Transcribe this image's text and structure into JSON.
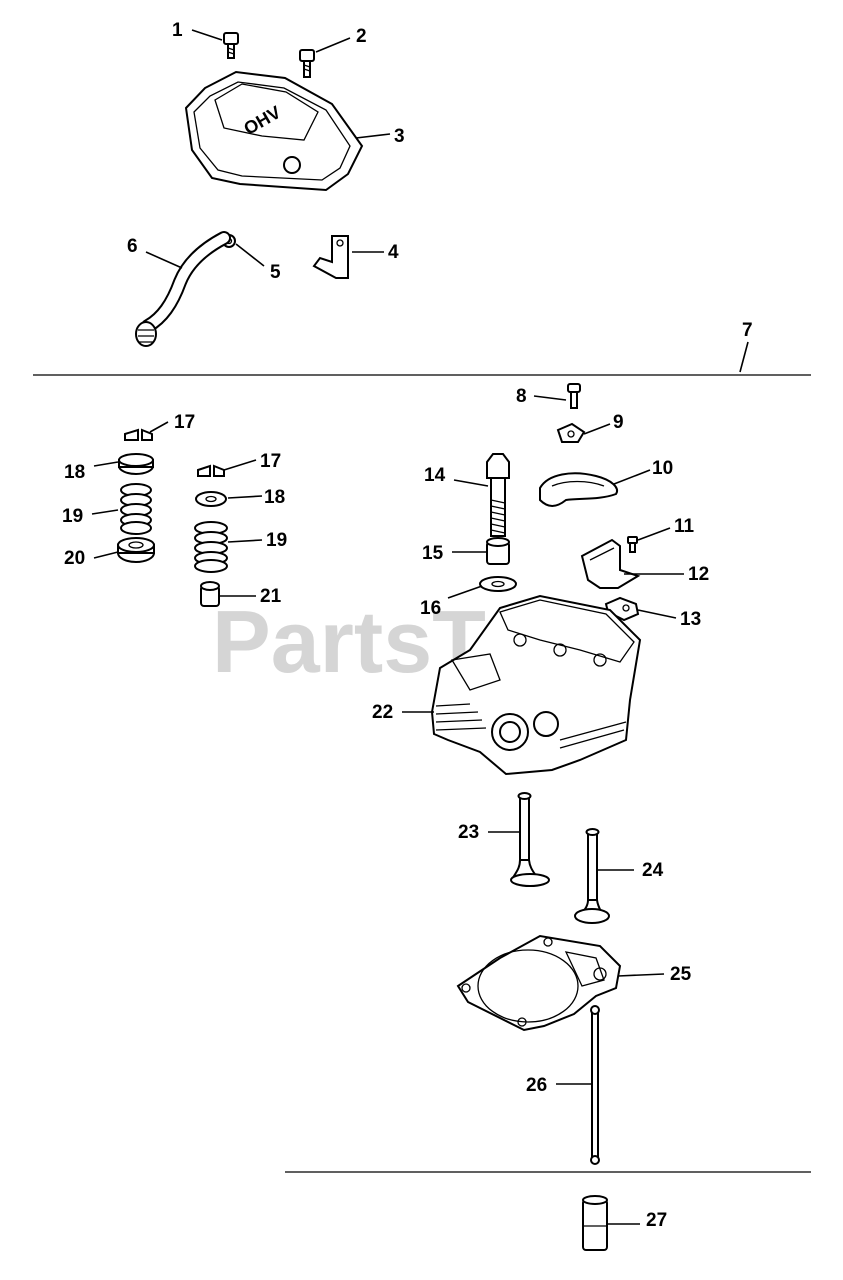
{
  "watermark": "PartsTree",
  "cover_logo": "OHV",
  "callouts": {
    "p1": "1",
    "p2": "2",
    "p3": "3",
    "p4": "4",
    "p5": "5",
    "p6": "6",
    "p7": "7",
    "p8": "8",
    "p9": "9",
    "p10": "10",
    "p11": "11",
    "p12": "12",
    "p13": "13",
    "p14": "14",
    "p15": "15",
    "p16": "16",
    "p17a": "17",
    "p17b": "17",
    "p18a": "18",
    "p18b": "18",
    "p19a": "19",
    "p19b": "19",
    "p20": "20",
    "p21": "21",
    "p22": "22",
    "p23": "23",
    "p24": "24",
    "p25": "25",
    "p26": "26",
    "p27": "27"
  }
}
